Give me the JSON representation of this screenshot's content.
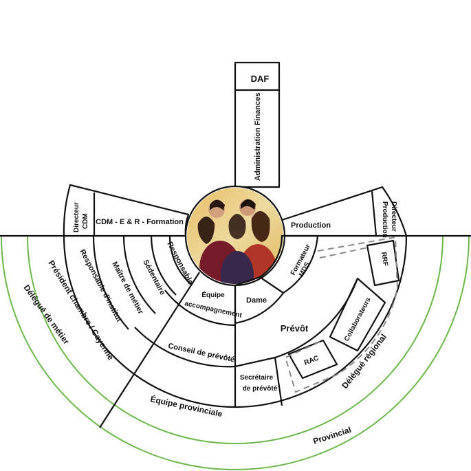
{
  "colors": {
    "green_fill": "#cfe3bf",
    "green_line": "#6cb84a",
    "ink": "#111111",
    "dash": "#8a8a8a"
  },
  "labels": {
    "daf": "DAF",
    "administration_finances": "Administration Finances",
    "directeur_cdm_1": "Directeur",
    "directeur_cdm_2": "CDM",
    "cdm_formation": "CDM - E & R - Formation",
    "production": "Production",
    "directeur_production_1": "Directeur",
    "directeur_production_2": "Production",
    "formateur_mds_1": "Formateur",
    "formateur_mds_2": "MDS",
    "rrf": "RRF",
    "collaborateurs": "Collaborateurs",
    "rac": "RAC",
    "dame": "Dame",
    "prevot": "Prévôt",
    "equipe_accompagnement_1": "Équipe",
    "equipe_accompagnement_2": "accompagnement",
    "conseil_prevote": "Conseil de prévôté",
    "secretaire_1": "Secrétaire",
    "secretaire_2": "de prévôté",
    "equipe_provinciale": "Équipe provinciale",
    "delegue_regional": "Délégué régional",
    "provincial": "Provincial",
    "responsable": "Responsable",
    "sedentaire": "Sédentaire",
    "maitre_metier": "Maître de métier",
    "responsable_institut": "Responsable d'institut",
    "president_chambre": "Président chambre / Cayenne",
    "delegue_metier": "Délégué de métier"
  }
}
